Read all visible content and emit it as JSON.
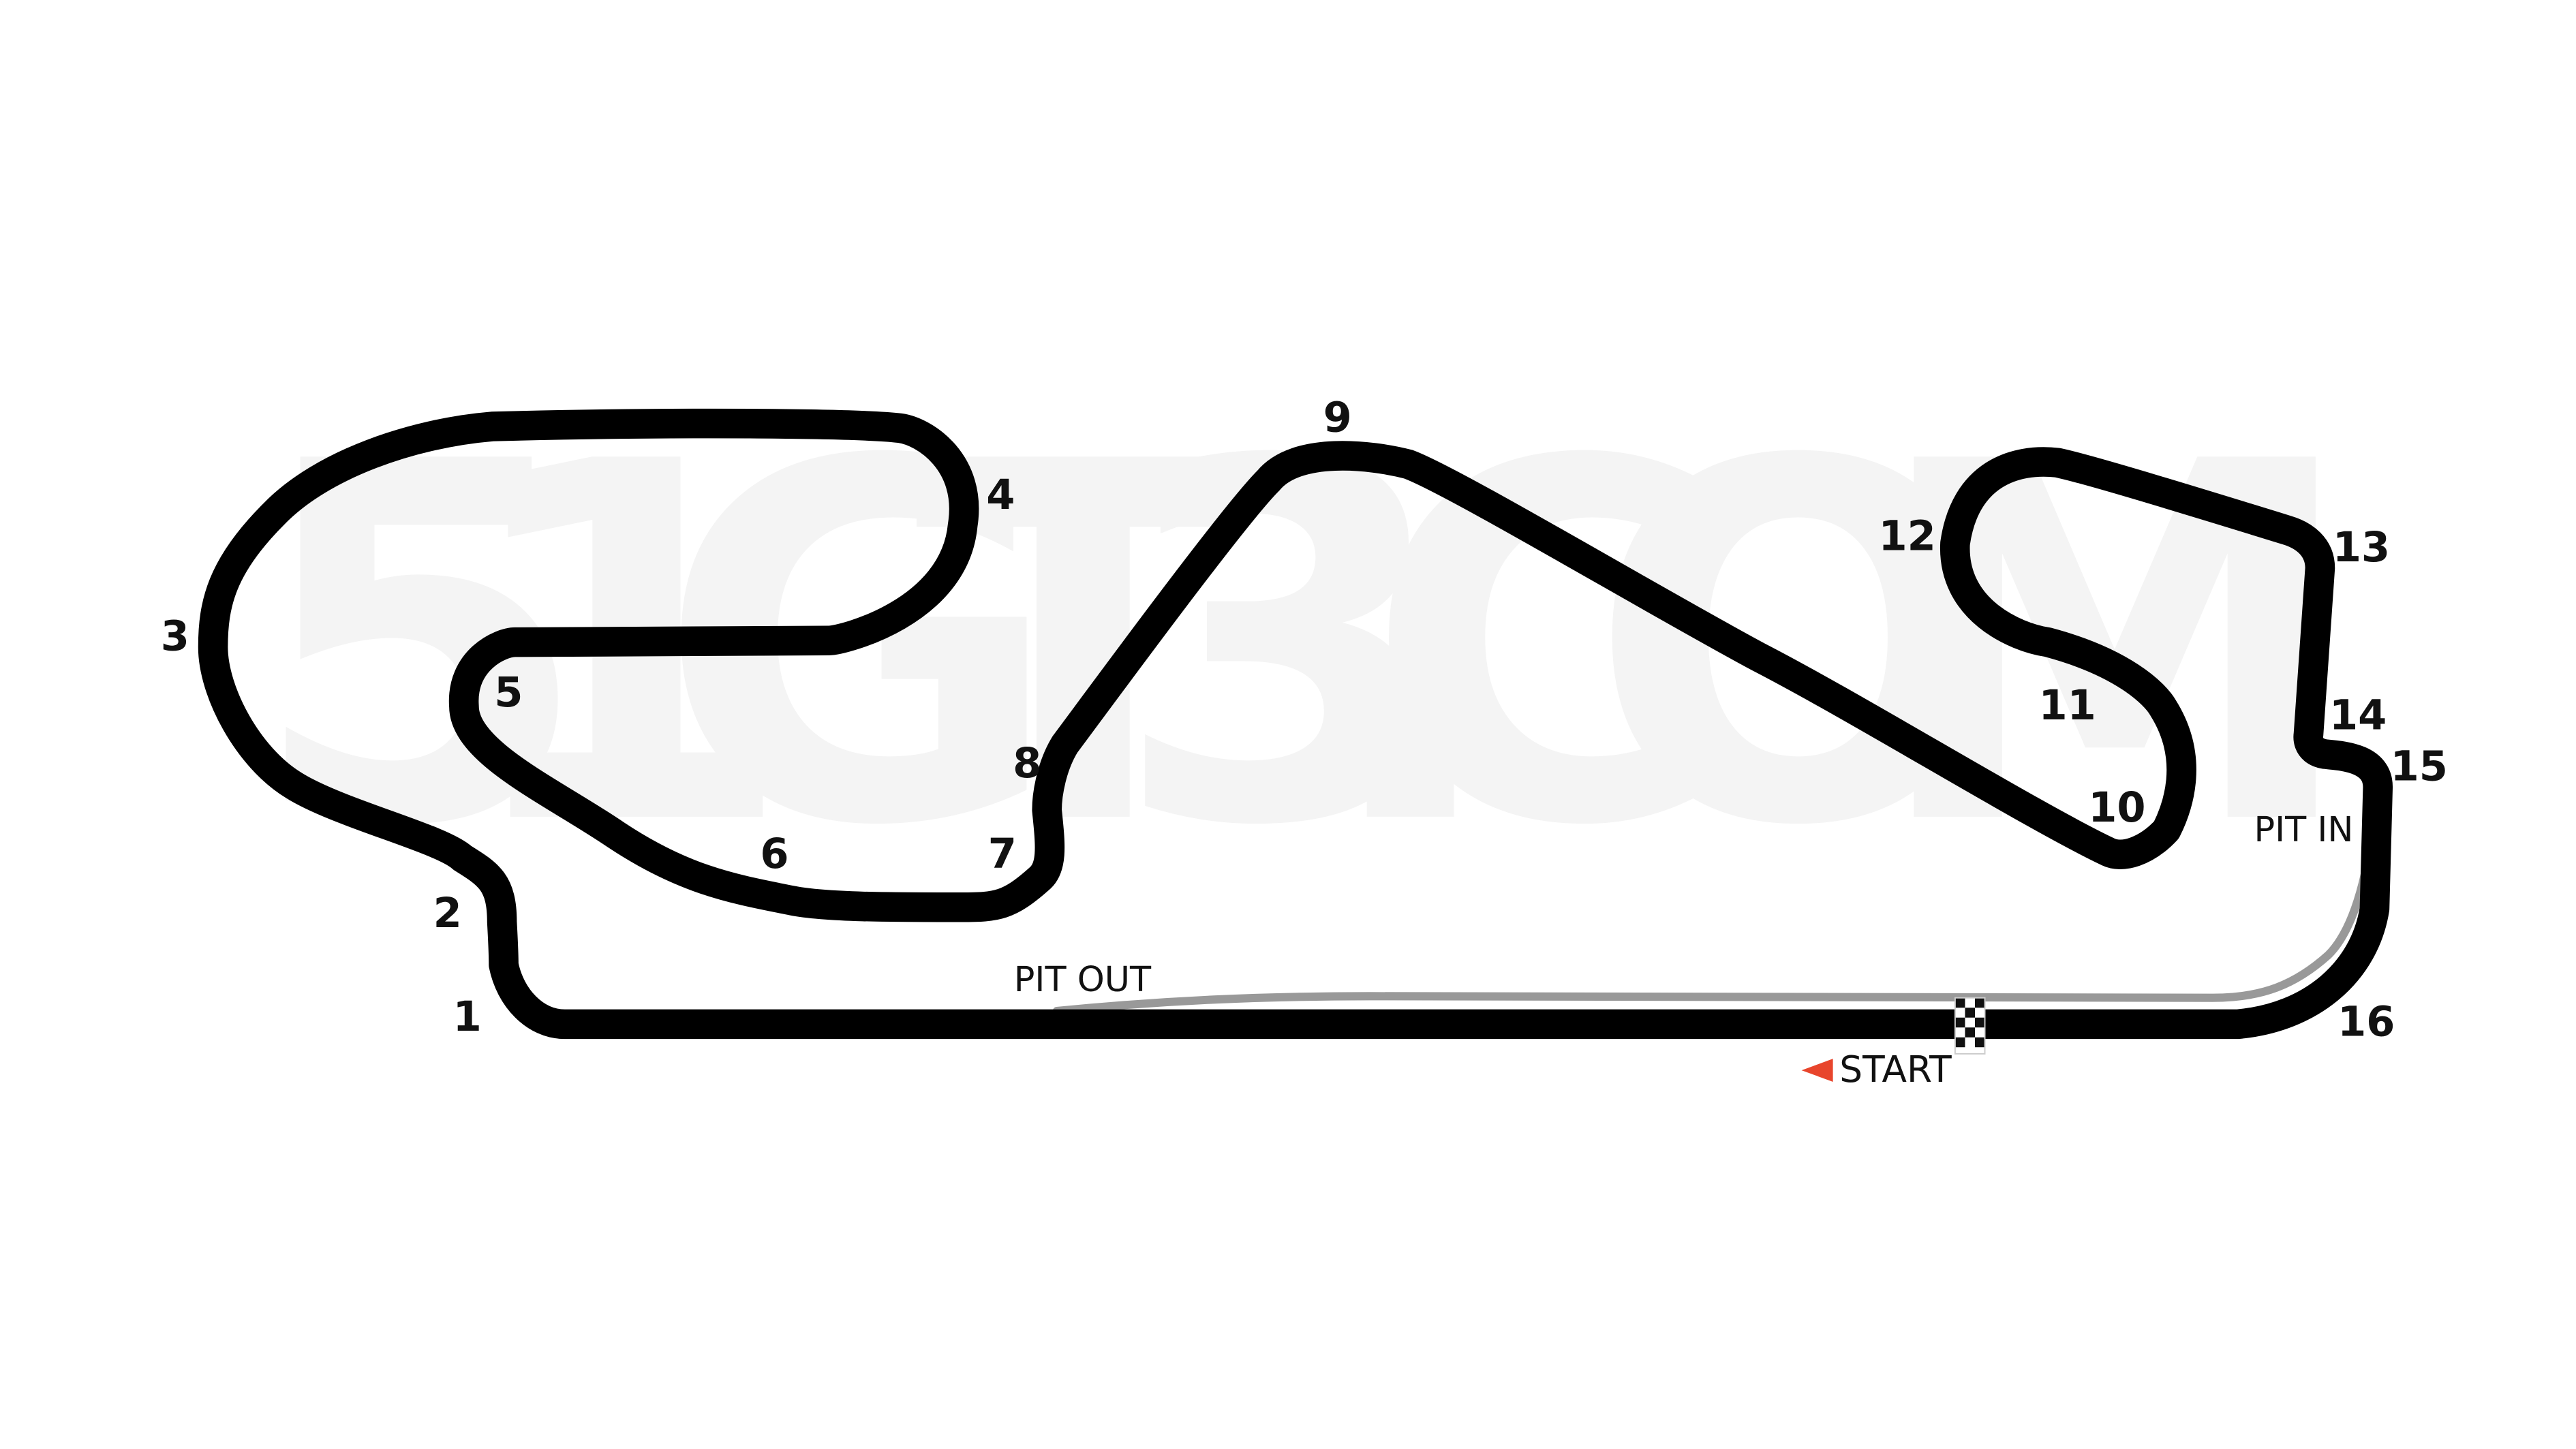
{
  "watermark": "51GT3.COM",
  "turns": [
    {
      "number": "1",
      "label": "1"
    },
    {
      "number": "2",
      "label": "2"
    },
    {
      "number": "3",
      "label": "3"
    },
    {
      "number": "4",
      "label": "4"
    },
    {
      "number": "5",
      "label": "5"
    },
    {
      "number": "6",
      "label": "6"
    },
    {
      "number": "7",
      "label": "7"
    },
    {
      "number": "8",
      "label": "8"
    },
    {
      "number": "9",
      "label": "9"
    },
    {
      "number": "10",
      "label": "10"
    },
    {
      "number": "11",
      "label": "11"
    },
    {
      "number": "12",
      "label": "12"
    },
    {
      "number": "13",
      "label": "13"
    },
    {
      "number": "14",
      "label": "14"
    },
    {
      "number": "15",
      "label": "15"
    },
    {
      "number": "16",
      "label": "16"
    }
  ],
  "pit": {
    "pit_out_label": "PIT OUT",
    "pit_in_label": "PIT IN"
  },
  "start": {
    "label": "START",
    "arrow_color": "#e8452c"
  },
  "colors": {
    "track": "#000000",
    "pit_lane": "#999999",
    "watermark": "#f4f4f4"
  }
}
